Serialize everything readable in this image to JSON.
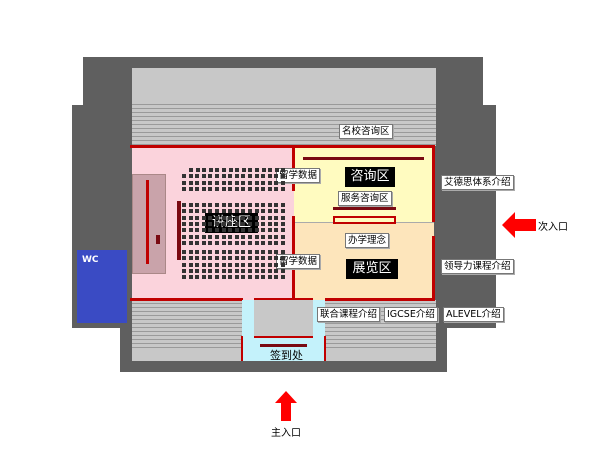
{
  "zones": {
    "lecture": "讲座区",
    "consult": "咨询区",
    "exhibit": "展览区",
    "wc": "WC",
    "checkin": "签到处"
  },
  "callouts": {
    "famous_schools": "名校咨询区",
    "study_data_1": "留学数据",
    "study_data_2": "留学数据",
    "service_consult": "服务咨询区",
    "philosophy": "办学理念",
    "aides_system": "艾德思体系介绍",
    "leadership": "领导力课程介绍",
    "joint_courses": "联合课程介绍",
    "igcse": "IGCSE介绍",
    "alevel": "ALEVEL介绍"
  },
  "entrances": {
    "main": "主入口",
    "secondary": "次入口"
  },
  "colors": {
    "lecture_bg": "#fbd3dc",
    "consult_bg": "#fffbc0",
    "exhibit_bg": "#fde5bb",
    "wc_bg": "#3a4bc4",
    "checkin_bg": "#c4f2fb",
    "wall": "#c00000",
    "arrow": "#ff0000"
  }
}
